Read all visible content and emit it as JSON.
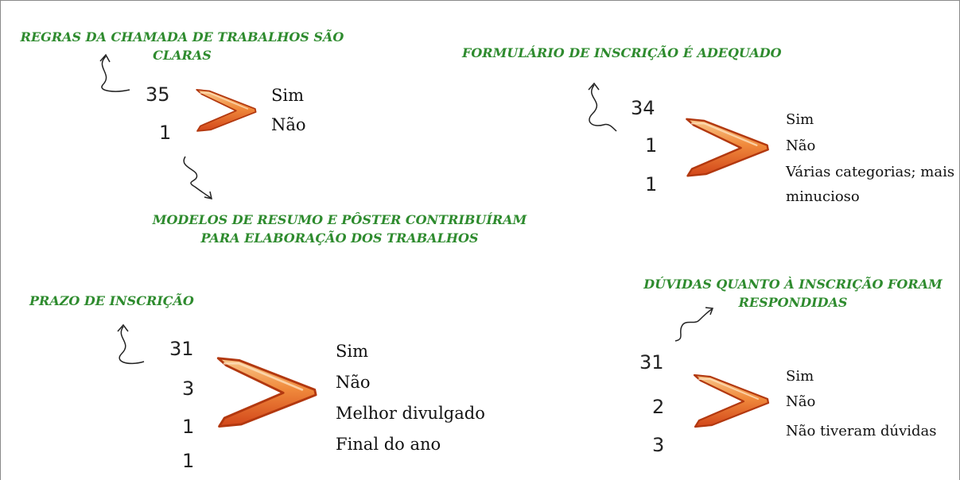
{
  "panels": {
    "regras": {
      "title_line1": "REGRAS DA CHAMADA DE TRABALHOS SÃO",
      "title_line2": "CLARAS",
      "numbers": [
        "35",
        "1"
      ],
      "options": [
        "Sim",
        "Não"
      ]
    },
    "modelos": {
      "title_line1": "MODELOS DE RESUMO E PÔSTER CONTRIBUÍRAM",
      "title_line2": "PARA ELABORAÇÃO DOS TRABALHOS"
    },
    "formulario": {
      "title": "FORMULÁRIO DE INSCRIÇÃO É ADEQUADO",
      "numbers": [
        "34",
        "1",
        "1"
      ],
      "options": [
        "Sim",
        "Não",
        "Várias categorias; mais",
        "minucioso"
      ]
    },
    "prazo": {
      "title": "PRAZO DE INSCRIÇÃO",
      "numbers": [
        "31",
        "3",
        "1",
        "1"
      ],
      "options": [
        "Sim",
        "Não",
        "Melhor divulgado",
        "Final do ano"
      ]
    },
    "duvidas": {
      "title_line1": "DÚVIDAS QUANTO À INSCRIÇÃO FORAM",
      "title_line2": "RESPONDIDAS",
      "numbers": [
        "31",
        "2",
        "3"
      ],
      "options": [
        "Sim",
        "Não",
        "Não tiveram dúvidas"
      ]
    }
  },
  "colors": {
    "title_green": "#2e8b2e",
    "arrow_orange": "#e8621f",
    "arrow_light": "#f7b476"
  }
}
